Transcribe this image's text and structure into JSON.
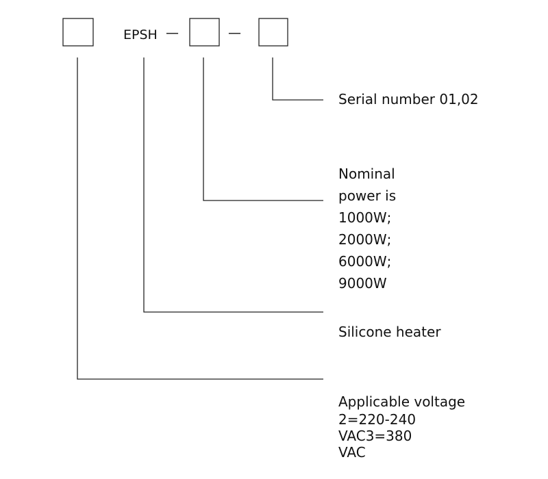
{
  "model_code": {
    "prefix": "EPSH",
    "separator": "—"
  },
  "labels": {
    "serial": "Serial number 01,02",
    "power": [
      "Nominal",
      "power is",
      "1000W;",
      "2000W;",
      "6000W;",
      "9000W"
    ],
    "type": "Silicone heater",
    "voltage": [
      "Applicable voltage",
      "2=220-240",
      "VAC3=380",
      "VAC"
    ]
  },
  "colors": {
    "line": "#222222",
    "text": "#111111",
    "background": "#ffffff"
  }
}
